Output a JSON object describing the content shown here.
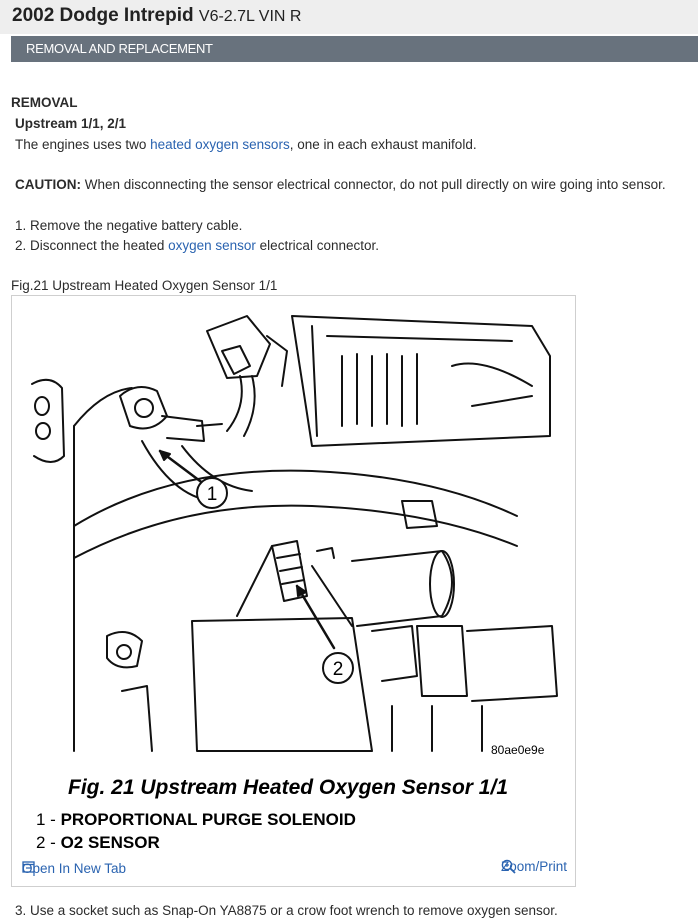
{
  "header": {
    "title_bold": "2002 Dodge Intrepid",
    "title_rest": "V6-2.7L VIN R"
  },
  "section": {
    "label": "REMOVAL AND REPLACEMENT"
  },
  "content": {
    "removal_heading": "REMOVAL",
    "sub_heading": "Upstream 1/1, 2/1",
    "intro_before": "The engines uses two ",
    "intro_link": "heated oxygen sensors",
    "intro_after": ", one in each exhaust manifold.",
    "caution_label": "CAUTION:",
    "caution_text": " When disconnecting the sensor electrical connector, do not pull directly on wire going into sensor.",
    "step1": "1. Remove the negative battery cable.",
    "step2_before": "2. Disconnect the heated ",
    "step2_link": "oxygen sensor",
    "step2_after": " electrical connector.",
    "figure_label": "Fig.21 Upstream Heated Oxygen Sensor 1/1",
    "step3": "3. Use a socket such as Snap-On YA8875 or a crow foot wrench to remove oxygen sensor."
  },
  "figure": {
    "code": "80ae0e9e",
    "caption": "Fig. 21 Upstream Heated Oxygen Sensor 1/1",
    "callout1": "1",
    "callout2": "2",
    "legend": [
      {
        "num": "1 - ",
        "text": "PROPORTIONAL PURGE SOLENOID"
      },
      {
        "num": "2 - ",
        "text": "O2 SENSOR"
      }
    ],
    "open_tab_label": "Open In New Tab",
    "zoom_label": "Zoom/Print",
    "icons": {
      "open_tab": "external-window-icon",
      "zoom": "magnifier-plus-icon"
    },
    "link_color": "#2a63b0"
  }
}
